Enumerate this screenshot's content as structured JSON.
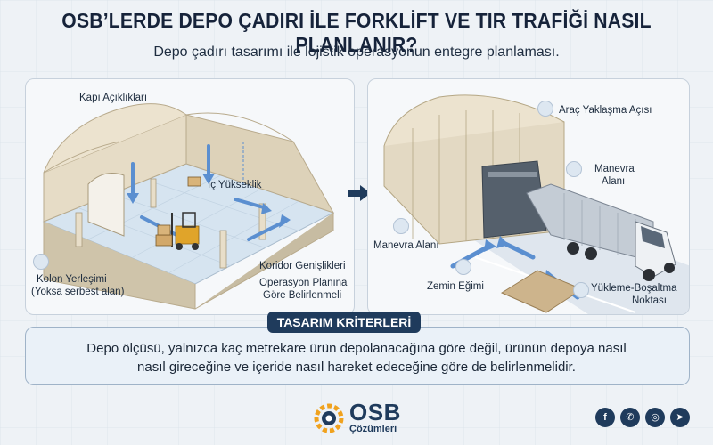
{
  "header": {
    "title": "OSB’LERDE DEPO ÇADIRI İLE FORKLİFT VE TIR TRAFİĞİ NASIL PLANLANIR?",
    "subtitle": "Depo çadırı tasarımı ile lojistik operasyonun entegre planlaması."
  },
  "left_panel": {
    "labels": {
      "door_openings": "Kapı Açıklıkları",
      "inner_height": "İç Yükseklik",
      "column_placement": "Kolon Yerleşimi",
      "column_free": "(Yoksa serbest alan)",
      "corridor_widths": "Koridor Genişlikleri",
      "operation_plan_1": "Operasyon Planına",
      "operation_plan_2": "Göre Belirlenmeli"
    }
  },
  "right_panel": {
    "labels": {
      "approach_angle": "Araç Yaklaşma Açısı",
      "maneuver_area_1": "Manevra",
      "maneuver_area_2": "Alanı",
      "maneuver_area_left": "Manevra Alanı",
      "floor_slope": "Zemin Eğimi",
      "loading_point_1": "Yükleme-Boşaltma",
      "loading_point_2": "Noktası"
    }
  },
  "criteria": {
    "heading": "TASARIM KRİTERLERİ",
    "line1": "Depo ölçüsü, yalnızca kaç metrekare ürün depolanacağına göre değil, ürünün depoya nasıl",
    "line2": "nasıl gireceğine ve içeride nasıl hareket edeceğine göre de belirlenmelidir."
  },
  "logo": {
    "name": "OSB",
    "tagline": "Çözümleri"
  },
  "social": {
    "icons": [
      "facebook-icon",
      "phone-icon",
      "instagram-icon",
      "telegram-icon"
    ],
    "glyphs": [
      "f",
      "✆",
      "◎",
      "➤"
    ]
  },
  "colors": {
    "navy": "#1f3b5c",
    "tent": "#e3d9c3",
    "arrow_blue": "#5b8fd0"
  }
}
